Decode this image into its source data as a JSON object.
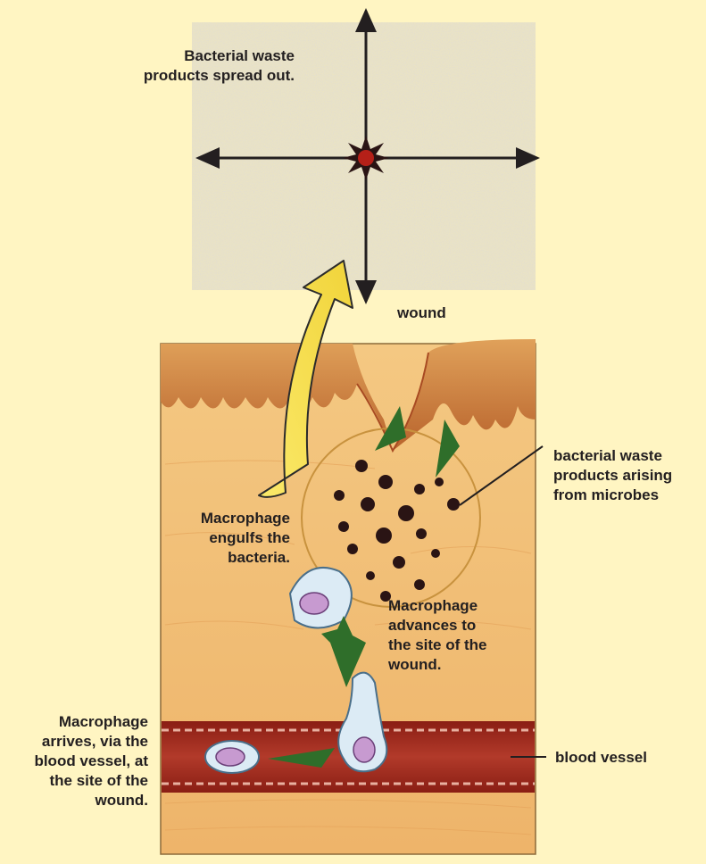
{
  "labels": {
    "waste_spread": "Bacterial waste\nproducts spread out.",
    "wound": "wound",
    "waste_arising": "bacterial waste\nproducts arising\nfrom microbes",
    "engulfs": "Macrophage\nengulfs the\nbacteria.",
    "advances": "Macrophage\nadvances to\nthe site of the\nwound.",
    "arrives": "Macrophage\narrives, via the\nblood vessel, at\nthe site of the\nwound.",
    "blood_vessel": "blood vessel"
  },
  "colors": {
    "background": "#fff5c2",
    "skin_top": "#c9763a",
    "tissue": "#f0c07a",
    "blood_vessel": "#a52a1e",
    "arrow_yellow": "#f5e04a",
    "macrophage_arrow": "#2f6e2a",
    "bacteria": "#2a1414"
  }
}
